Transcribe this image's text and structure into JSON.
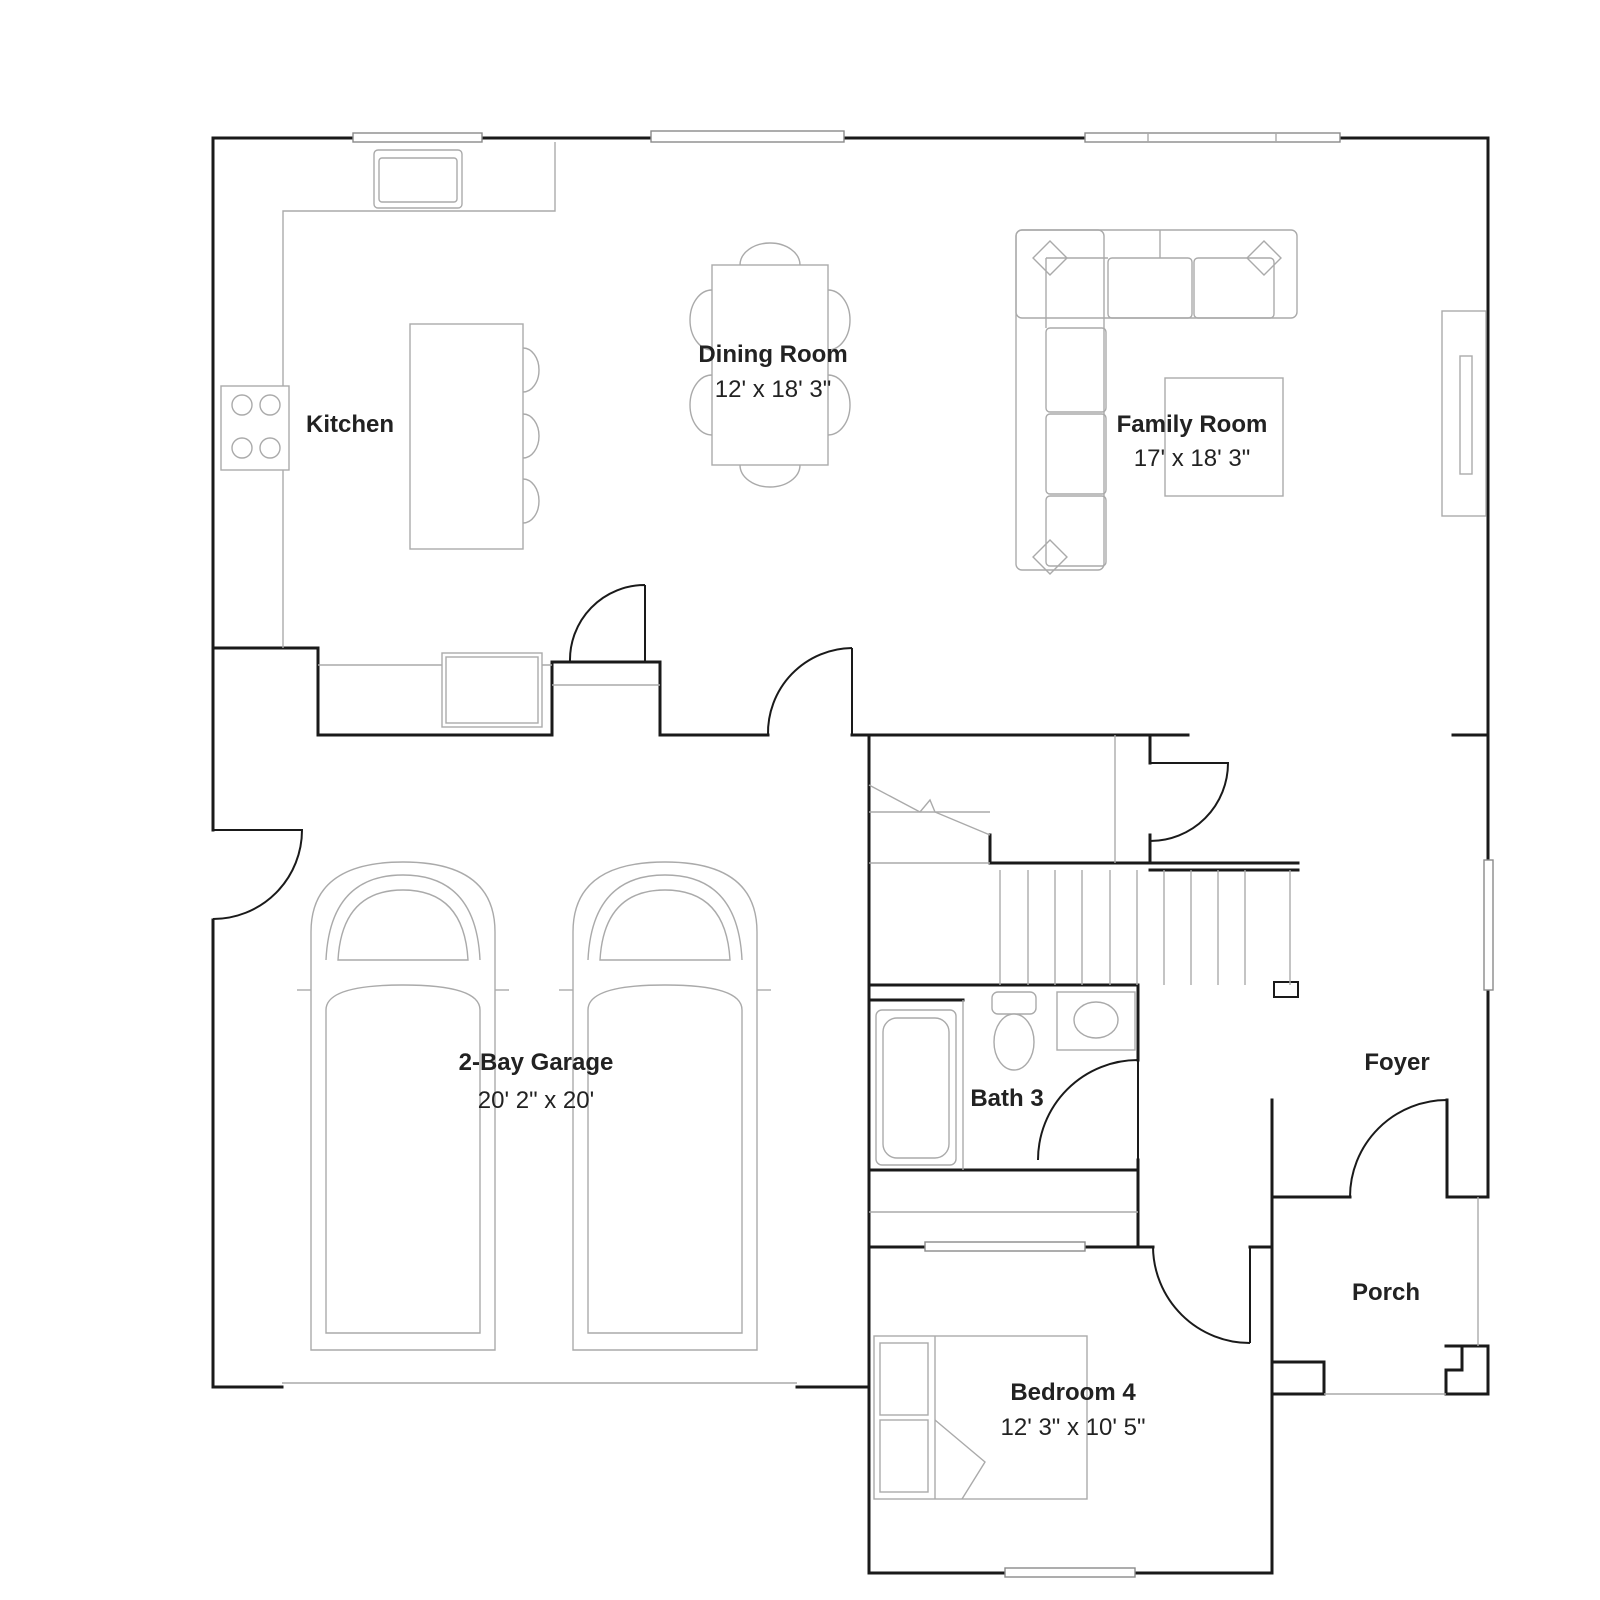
{
  "rooms": {
    "kitchen": {
      "name": "Kitchen"
    },
    "dining": {
      "name": "Dining Room",
      "size": "12' x 18' 3\""
    },
    "family": {
      "name": "Family Room",
      "size": "17' x 18' 3\""
    },
    "garage": {
      "name": "2-Bay Garage",
      "size": "20' 2\" x 20'"
    },
    "bath3": {
      "name": "Bath 3"
    },
    "foyer": {
      "name": "Foyer"
    },
    "porch": {
      "name": "Porch"
    },
    "bedroom4": {
      "name": "Bedroom 4",
      "size": "12' 3\" x 10' 5\""
    }
  },
  "colors": {
    "wall": "#1a1a1a",
    "fixture": "#aaaaaa",
    "background": "#ffffff"
  }
}
